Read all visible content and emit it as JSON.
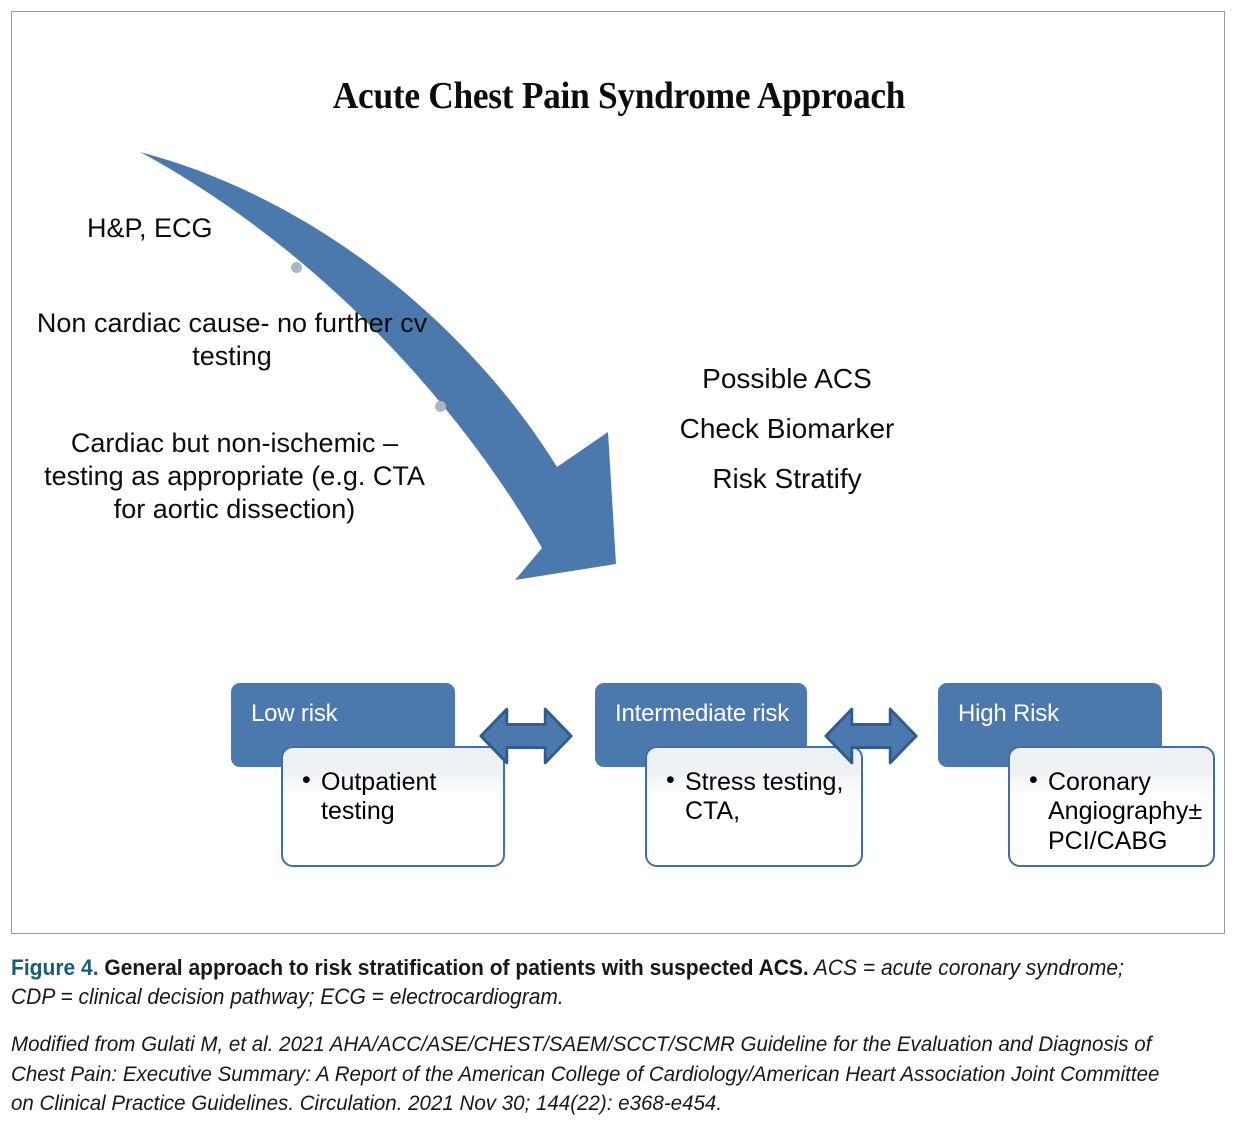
{
  "figure": {
    "title": "Acute Chest Pain Syndrome Approach",
    "left_branch": {
      "initial_step": "H&P, ECG",
      "outcomes": [
        "Non cardiac cause- no further  cv testing",
        "Cardiac but non-ischemic – testing as appropriate (e.g.  CTA for aortic dissection)"
      ]
    },
    "right_branch": {
      "lines": [
        "Possible ACS",
        "Check Biomarker",
        "Risk Stratify"
      ]
    },
    "risk_boxes": [
      {
        "header": "Low risk",
        "items": [
          "Outpatient testing"
        ]
      },
      {
        "header": "Intermediate risk",
        "items": [
          "Stress testing, CTA,"
        ]
      },
      {
        "header": "High Risk",
        "items": [
          "Coronary Angiography± PCI/CABG"
        ]
      }
    ],
    "connectors": [
      "bidirectional-arrow",
      "bidirectional-arrow"
    ],
    "colors": {
      "arrow_blue": "#4c79ad",
      "box_header_blue": "#4c79ad",
      "box_border_blue": "#3f6fa8",
      "connector_outline": "#2f5c8f",
      "bullet_dot_gray": "#aab6c6",
      "frame_border": "#9a9a9a",
      "figure_label_teal": "#1a5a7a"
    }
  },
  "caption": {
    "label": "Figure 4.",
    "bold_text": " General approach to risk stratification of patients with suspected ACS.",
    "expansion": " ACS = acute coronary syndrome; CDP = clinical decision pathway; ECG = electrocardiogram.",
    "source": "Modified from Gulati M, et al. 2021 AHA/ACC/ASE/CHEST/SAEM/SCCT/SCMR Guideline for the Evaluation and Diagnosis of Chest Pain: Executive Summary: A Report of the American College of Cardiology/American Heart Association Joint Committee on Clinical Practice Guidelines. Circulation. 2021 Nov 30; 144(22): e368-e454."
  }
}
